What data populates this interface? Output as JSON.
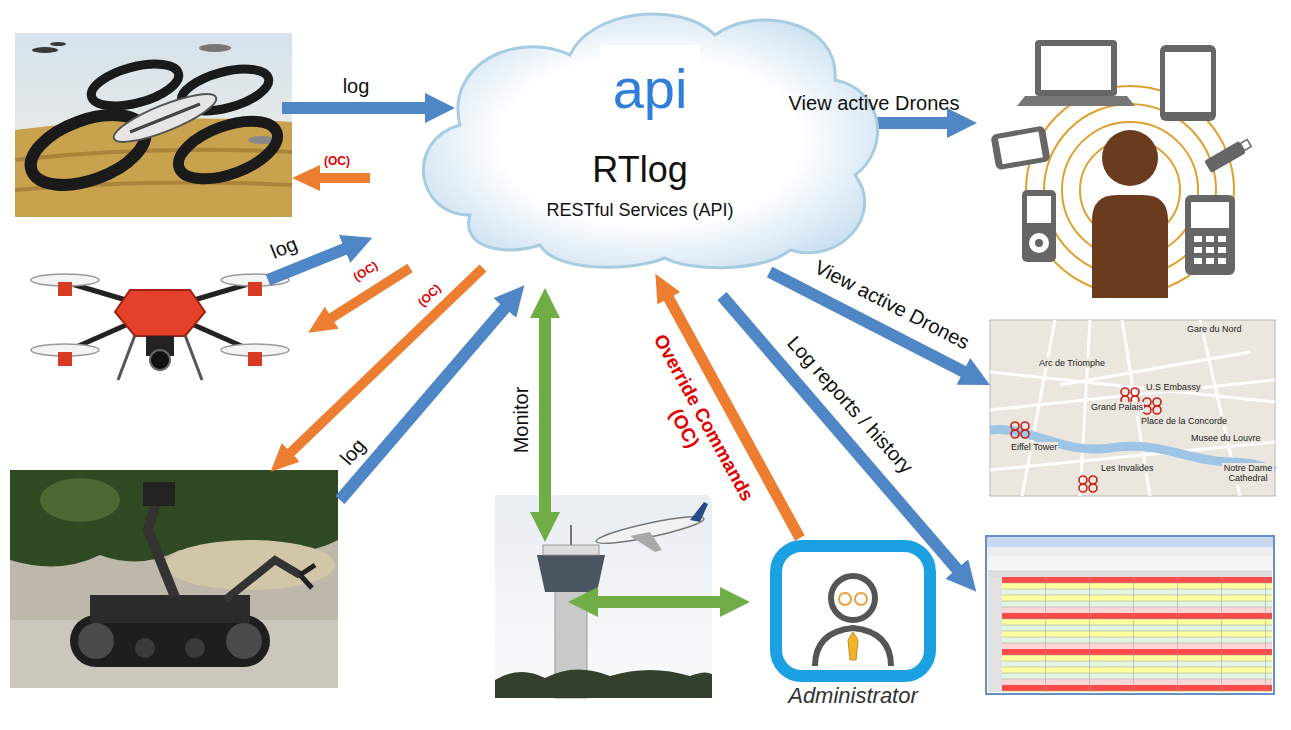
{
  "diagram": {
    "nodes": [
      {
        "text": [
          "RTlog",
          "RESTful Services (API)"
        ]
      },
      {
        "text": [
          "api"
        ],
        "in": 0
      },
      {
        "text": [
          "Gare du Nord",
          "Arc de Triomphe",
          "U.S Embassy",
          "Grand Palais",
          "Place de la Concorde",
          "Musee du Louvre",
          "Eiffel Tower",
          "Les Invalides",
          "Notre Dame Cathedral"
        ]
      },
      {
        "text": [
          "Administrator"
        ]
      }
    ],
    "edges": [
      {
        "from": 0,
        "to": 2,
        "arrow": "to",
        "label": "View active Drones"
      },
      {
        "from": 3,
        "to": 0,
        "arrow": "to",
        "label": "Override Commands (OC)"
      }
    ],
    "labels": [
      "log",
      "View active Drones",
      "(OC)",
      "log",
      "(OC)",
      "(OC)",
      "Monitor",
      "log",
      "Log reports / history"
    ]
  }
}
